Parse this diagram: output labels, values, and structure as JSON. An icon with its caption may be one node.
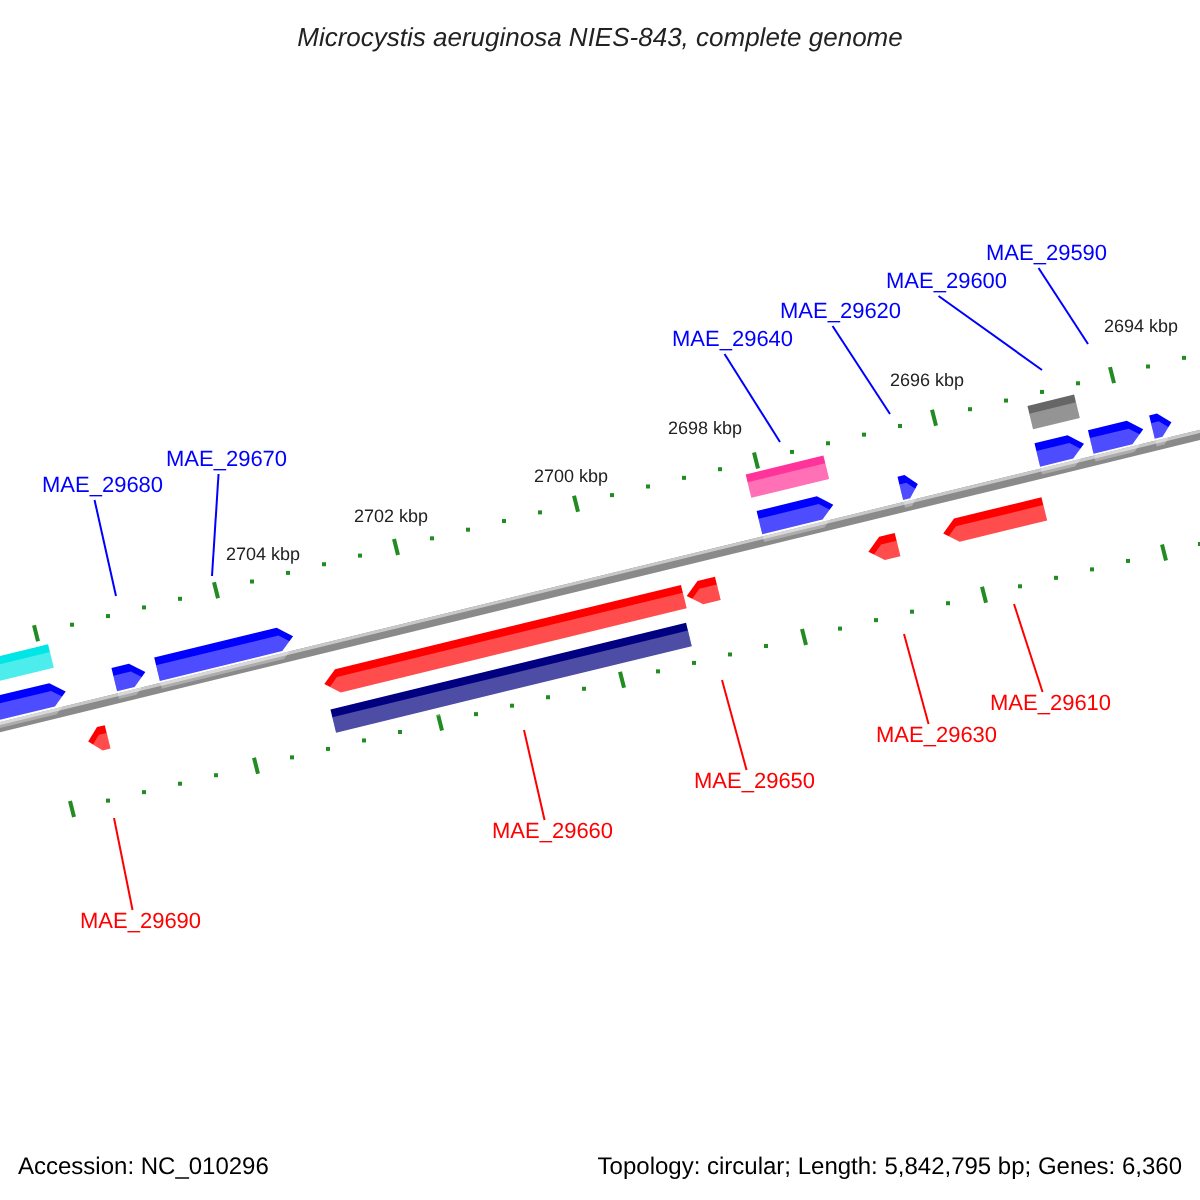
{
  "diagram": {
    "title": "Microcystis aeruginosa NIES-843, complete genome",
    "nodes": [
      {
        "text": [
          "MAE_29590"
        ]
      },
      {
        "text": [
          "MAE_29600"
        ]
      },
      {
        "text": [
          "MAE_29620"
        ]
      },
      {
        "text": [
          "MAE_29640"
        ]
      },
      {
        "text": [
          "MAE_29670"
        ]
      },
      {
        "text": [
          "MAE_29680"
        ]
      },
      {
        "text": [
          "MAE_29610"
        ]
      },
      {
        "text": [
          "MAE_29630"
        ]
      },
      {
        "text": [
          "MAE_29650"
        ]
      },
      {
        "text": [
          "MAE_29660"
        ]
      },
      {
        "text": [
          "MAE_29690"
        ]
      }
    ],
    "edges": [
      {
        "from": 0,
        "to": null,
        "arrow": "none"
      },
      {
        "from": 1,
        "to": null,
        "arrow": "none"
      },
      {
        "from": 2,
        "to": null,
        "arrow": "none"
      },
      {
        "from": 3,
        "to": null,
        "arrow": "none"
      },
      {
        "from": 4,
        "to": null,
        "arrow": "none"
      },
      {
        "from": 5,
        "to": null,
        "arrow": "none"
      },
      {
        "from": 6,
        "to": null,
        "arrow": "none",
        "color": "#ff0000"
      },
      {
        "from": 7,
        "to": null,
        "arrow": "none",
        "color": "#ff0000"
      },
      {
        "from": 8,
        "to": null,
        "arrow": "none",
        "color": "#ff0000"
      },
      {
        "from": 9,
        "to": null,
        "arrow": "none",
        "color": "#ff0000"
      },
      {
        "from": 10,
        "to": null,
        "arrow": "none",
        "color": "#ff0000"
      }
    ],
    "labels": [
      "2694 kbp",
      "2696 kbp",
      "2698 kbp",
      "2700 kbp",
      "2702 kbp",
      "2704 kbp",
      "Accession: NC_010296",
      "Topology: circular; Length: 5,842,795 bp; Genes: 6,360"
    ]
  }
}
